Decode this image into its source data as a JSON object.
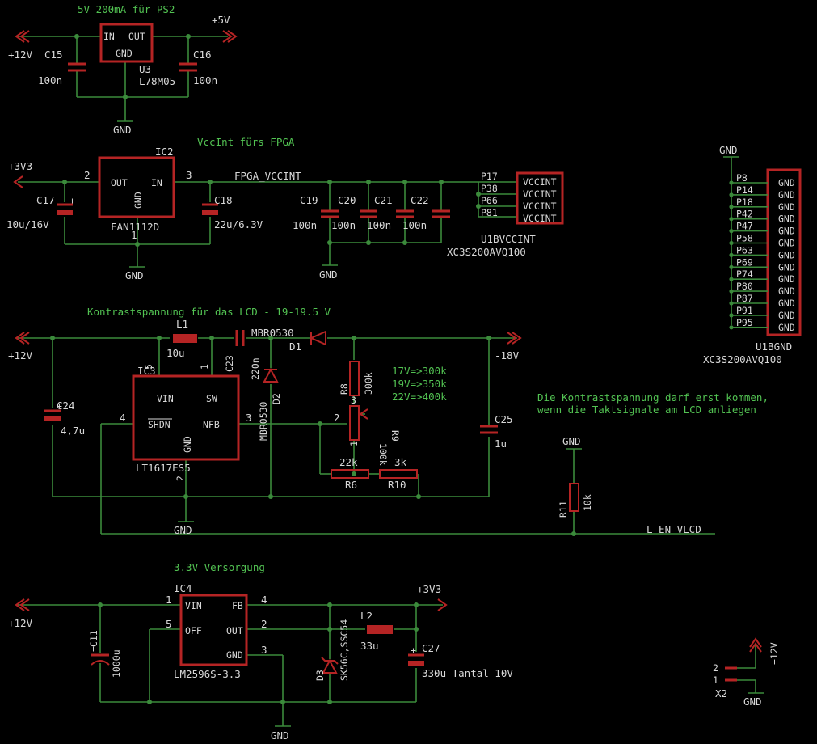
{
  "sections": {
    "ps2": "5V 200mA für PS2",
    "vccint": "VccInt fürs FPGA",
    "kontrast": "Kontrastspannung für das LCD - 19-19.5 V",
    "supply33": "3.3V Versorgung"
  },
  "notes": {
    "r1": "17V=>300k",
    "r2": "19V=>350k",
    "r3": "22V=>400k",
    "hint1": "Die Kontrastspannung darf erst kommen,",
    "hint2": "wenn die Taktsignale am LCD anliegen"
  },
  "supplies": {
    "p12": "+12V",
    "p5": "+5V",
    "p33": "+3V3",
    "m18": "-18V",
    "gnd": "GND"
  },
  "parts": {
    "c15": "C15",
    "c15v": "100n",
    "c16": "C16",
    "c16v": "100n",
    "u3": "U3",
    "u3v": "L78M05",
    "u3in": "IN",
    "u3out": "OUT",
    "u3gnd": "GND",
    "c17": "C17",
    "c17v": "10u/16V",
    "c18": "C18",
    "c18v": "22u/6.3V",
    "ic2": "IC2",
    "ic2v": "FAN1112D",
    "ic2out": "OUT",
    "ic2in": "IN",
    "ic2gnd": "GND",
    "pin2": "2",
    "pin3": "3",
    "pin1": "1",
    "net_vccint": "FPGA_VCCINT",
    "c19": "C19",
    "c20": "C20",
    "c21": "C21",
    "c22": "C22",
    "cv100": "100n",
    "u1b": "U1BVCCINT",
    "u1bv": "XC3S200AVQ100",
    "vccint_pins": [
      "P17",
      "P38",
      "P66",
      "P81"
    ],
    "vccint_lbl": "VCCINT",
    "u1g": "U1BGND",
    "u1gv": "XC3S200AVQ100",
    "gnd_pins": [
      "P8",
      "P14",
      "P18",
      "P42",
      "P47",
      "P58",
      "P63",
      "P69",
      "P74",
      "P80",
      "P87",
      "P91",
      "P95"
    ],
    "gnd_lbl": "GND",
    "l1": "L1",
    "l1v": "10u",
    "c23": "C23",
    "c23v": "220n",
    "d1n": "MBR0530",
    "d1": "D1",
    "d2": "D2",
    "d2n": "MBR0530",
    "c24": "C24",
    "c24v": "4,7u",
    "ic3": "IC3",
    "ic3v": "LT1617ES5",
    "ic3vin": "VIN",
    "ic3sw": "SW",
    "ic3shdn": "SHDN",
    "ic3nfb": "NFB",
    "ic3gnd": "GND",
    "p5n": "5",
    "p1n": "1",
    "p4n": "4",
    "p3n": "3",
    "p2n": "2",
    "r8": "R8",
    "r8v": "300k",
    "r9": "R9",
    "r9v": "100k",
    "r6": "R6",
    "r6v": "22k",
    "r10": "R10",
    "r10v": "3k",
    "c25": "C25",
    "c25v": "1u",
    "r11": "R11",
    "r11v": "10k",
    "net_en": "L_EN_VLCD",
    "ic4": "IC4",
    "ic4v": "LM2596S-3.3",
    "ic4vin": "VIN",
    "ic4fb": "FB",
    "ic4off": "OFF",
    "ic4out": "OUT",
    "ic4gnd": "GND",
    "c11": "C11",
    "c11v": "1000u",
    "d3": "D3",
    "d3v": "SK56C,SSC54",
    "l2": "L2",
    "l2v": "33u",
    "c27": "C27",
    "c27v": "330u Tantal 10V",
    "x2": "X2",
    "x2p2": "2",
    "x2p1": "1"
  }
}
